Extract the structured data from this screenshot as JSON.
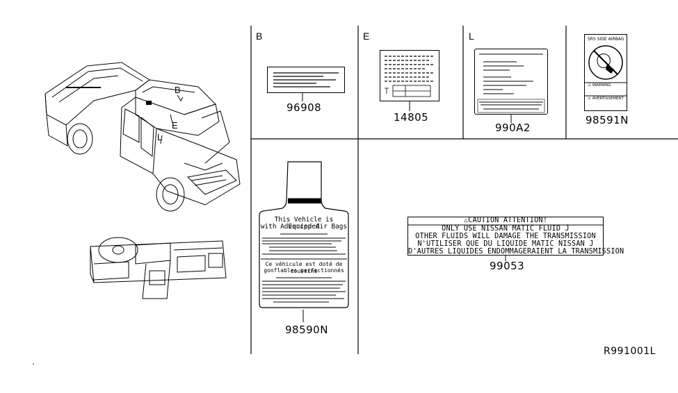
{
  "sections": {
    "b": {
      "letter": "B",
      "part": "96908"
    },
    "e": {
      "letter": "E",
      "part": "14805"
    },
    "l": {
      "letter": "L",
      "part": "990A2"
    },
    "srs": {
      "part": "98591N",
      "title": "SRS SIDE AIRBAG",
      "warning": "WARNING",
      "avertissement": "AVERTISSEMENT"
    },
    "airbag": {
      "part": "98590N",
      "title_en_1": "This Vehicle is Equipped",
      "title_en_2": "with Advanced Air Bags",
      "title_fr_1": "Ce véhicule est doté de coussins",
      "title_fr_2": "gonflables perfectionnés"
    },
    "atf": {
      "part": "99053",
      "line1": "⚠CAUTION ATTENTION!",
      "line2": "ONLY USE NISSAN MATIC FLUID J",
      "line3": "OTHER FLUIDS WILL DAMAGE THE TRANSMISSION",
      "line4": "N'UTILISER QUE DU LIQUIDE MATIC NISSAN J",
      "line5": "D'AUTRES LIQUIDES ENDOMMAGERAIENT LA TRANSMISSION"
    }
  },
  "callouts": {
    "b": "B",
    "e": "E",
    "l": "L"
  },
  "diagram_code": "R991001L"
}
